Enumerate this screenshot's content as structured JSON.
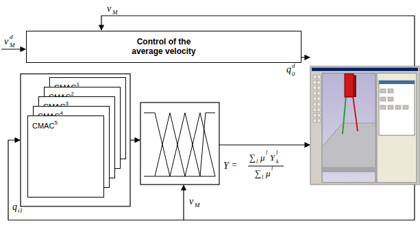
{
  "diagram": {
    "nodes": [
      {
        "text": [
          "Control of the average velocity"
        ]
      },
      {
        "text": [
          "CMAC",
          "1"
        ]
      },
      {
        "text": [
          "CMAC",
          "2"
        ]
      },
      {
        "text": [
          "CMAC",
          "3"
        ]
      },
      {
        "text": [
          "CMAC",
          "4"
        ]
      },
      {
        "text": [
          "CMAC",
          "5"
        ]
      }
    ],
    "labels": [
      "v",
      "M",
      "v",
      "M",
      "d",
      "q",
      "0",
      "d",
      "q",
      "i1",
      "v",
      "M",
      "Y",
      "=",
      "∑",
      "l",
      "μ",
      "l",
      "Y",
      "k",
      "l",
      "∑",
      "l",
      "μ",
      "l"
    ]
  }
}
